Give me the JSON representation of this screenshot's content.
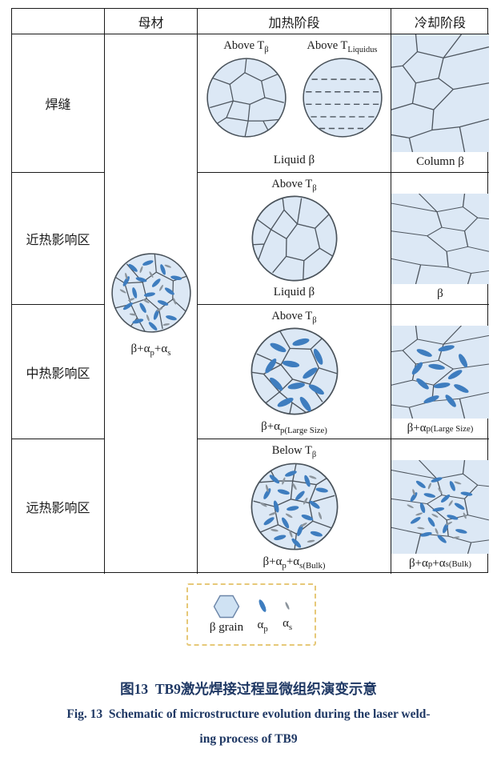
{
  "colors": {
    "grain_fill": "#dce8f5",
    "grain_boundary": "#4d555e",
    "alpha_p_blue": "#3e7dbf",
    "alpha_s_gray": "#8b949c",
    "table_border": "#1a1a1a",
    "caption_blue": "#1f3864",
    "legend_dash_border": "#e6c878"
  },
  "header": {
    "base_material": "母材",
    "heating_stage": "加热阶段",
    "cooling_stage": "冷却阶段"
  },
  "row_labels": {
    "weld": "焊缝",
    "near_haz": "近热影响区",
    "mid_haz": "中热影响区",
    "far_haz": "远热影响区"
  },
  "base_material": {
    "f1": "β+α",
    "s1": "p",
    "f2": "+α",
    "s2": "s"
  },
  "weld": {
    "heating": {
      "title1": {
        "pre": "Above T",
        "sub": "β"
      },
      "title2": {
        "pre": "Above T",
        "sub": "Liquidus"
      },
      "bottom": "Liquid β"
    },
    "cooling": {
      "bottom": "Column β"
    }
  },
  "near_haz": {
    "heating": {
      "title": {
        "pre": "Above T",
        "sub": "β"
      },
      "bottom": "Liquid β"
    },
    "cooling": {
      "bottom": "β"
    }
  },
  "mid_haz": {
    "heating": {
      "title": {
        "pre": "Above T",
        "sub": "β"
      },
      "bottom": {
        "f1": "β+α",
        "s1": "p",
        "s2": "(Large Size)"
      }
    },
    "cooling": {
      "bottom": {
        "f1": "β+α",
        "s1": "p",
        "s2": "(Large Size)"
      }
    }
  },
  "far_haz": {
    "heating": {
      "title": {
        "pre": "Below T",
        "sub": "β"
      },
      "bottom": {
        "f1": "β+α",
        "s1": "p",
        "f2": "+α",
        "s2": "s",
        "s3": "(Bulk)"
      }
    },
    "cooling": {
      "bottom": {
        "f1": "β+α",
        "s1": "p",
        "f2": "+α",
        "s2": "s",
        "s3": "(Bulk)"
      }
    }
  },
  "legend": {
    "beta_grain_label": "β grain",
    "alpha_p": {
      "pre": "α",
      "sub": "p"
    },
    "alpha_s": {
      "pre": "α",
      "sub": "s"
    }
  },
  "caption": {
    "zh": "图13  TB9激光焊接过程显微组织演变示意",
    "en_line1": "Fig. 13  Schematic of microstructure evolution during the laser weld-",
    "en_line2": "ing process of TB9"
  }
}
